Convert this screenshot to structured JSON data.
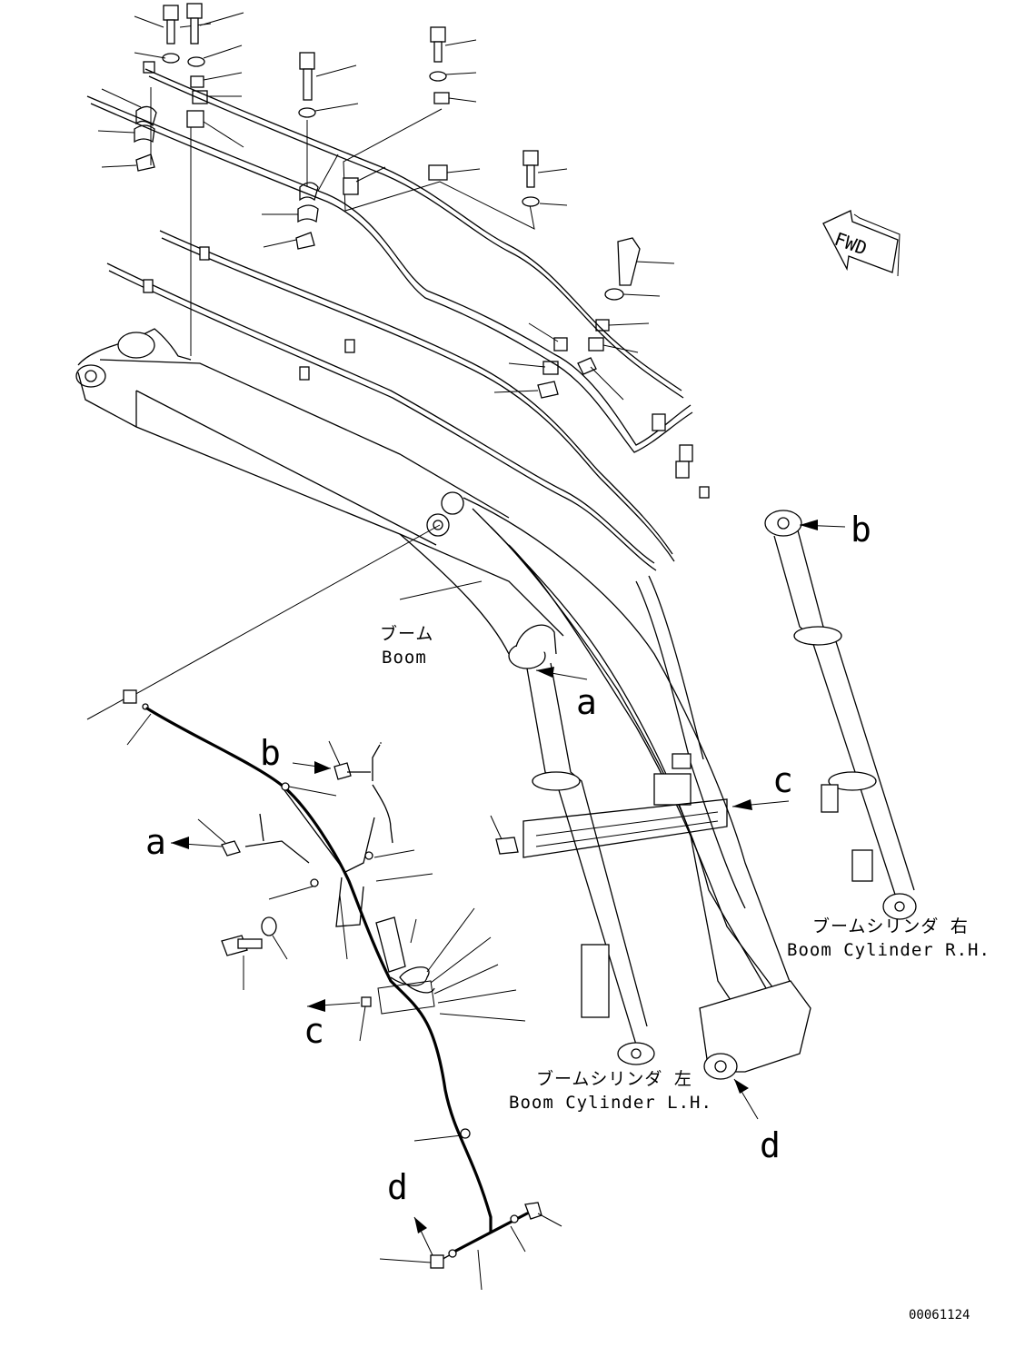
{
  "labels": {
    "boom_jp": "ブーム",
    "boom_en": "Boom",
    "cyl_rh_jp": "ブームシリンダ 右",
    "cyl_rh_en": "Boom Cylinder R.H.",
    "cyl_lh_jp": "ブームシリンダ 左",
    "cyl_lh_en": "Boom Cylinder L.H.",
    "fwd": "FWD",
    "drawing_no": "00061124"
  },
  "callouts": {
    "a": "a",
    "b": "b",
    "c": "c",
    "d": "d"
  }
}
